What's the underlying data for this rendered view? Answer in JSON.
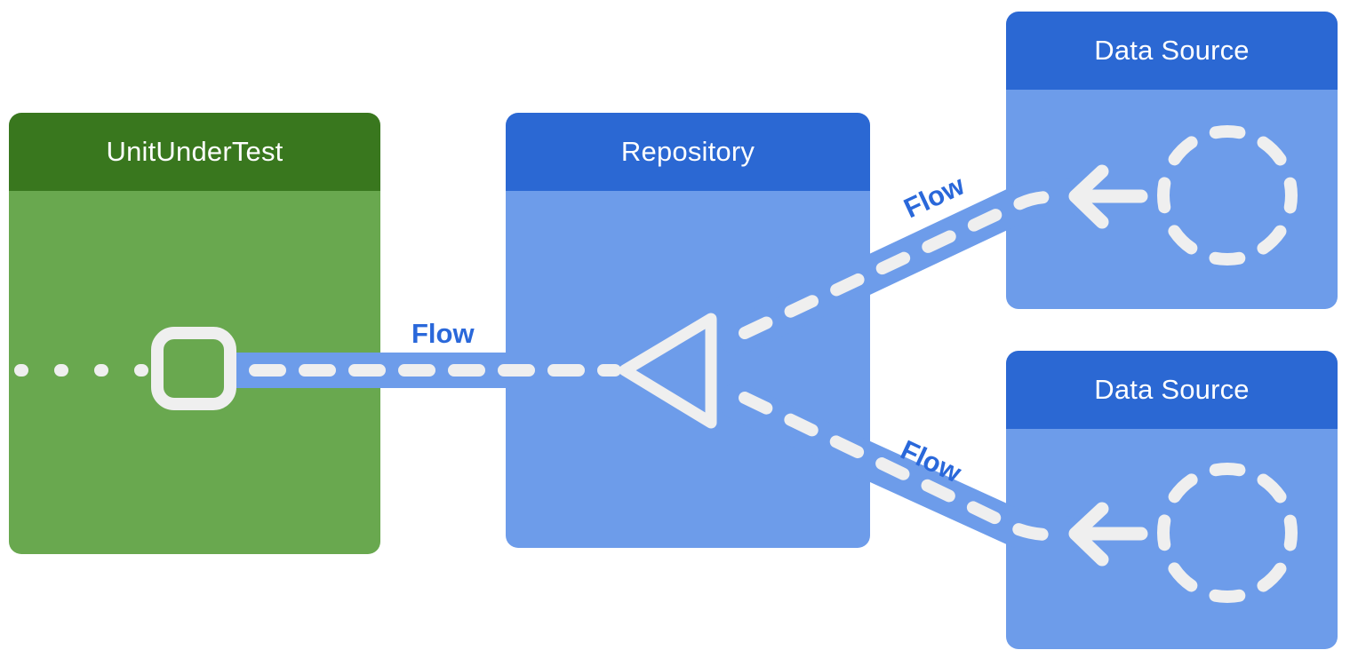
{
  "diagram": {
    "title": "Repository flow test architecture diagram",
    "boxes": {
      "unit_under_test": {
        "title": "UnitUnderTest",
        "header_color": "#39771E",
        "body_color": "#69A84F"
      },
      "repository": {
        "title": "Repository",
        "header_color": "#2B68D3",
        "body_color": "#6D9CEA"
      },
      "data_source_top": {
        "title": "Data Source",
        "header_color": "#2B68D3",
        "body_color": "#6D9CEA"
      },
      "data_source_bottom": {
        "title": "Data Source",
        "header_color": "#2B68D3",
        "body_color": "#6D9CEA"
      }
    },
    "labels": {
      "flow_middle": {
        "text": "Flow",
        "color": "#2A68DA",
        "rotation_deg": 0
      },
      "flow_top": {
        "text": "Flow",
        "color": "#2A68DA",
        "rotation_deg": -25
      },
      "flow_bottom": {
        "text": "Flow",
        "color": "#2A68DA",
        "rotation_deg": 25
      }
    },
    "icons": {
      "collector_square": "rounded-square-outline-icon",
      "merge_triangle": "hollow-left-triangle-icon",
      "emitter_circle_top": "dashed-circle-icon",
      "emitter_circle_bottom": "dashed-circle-icon",
      "arrow_top": "left-arrow-icon",
      "arrow_bottom": "left-arrow-icon"
    },
    "connector_colors": {
      "band_blue": "#6D9CEA",
      "dash_white": "#EFEFEF"
    }
  }
}
